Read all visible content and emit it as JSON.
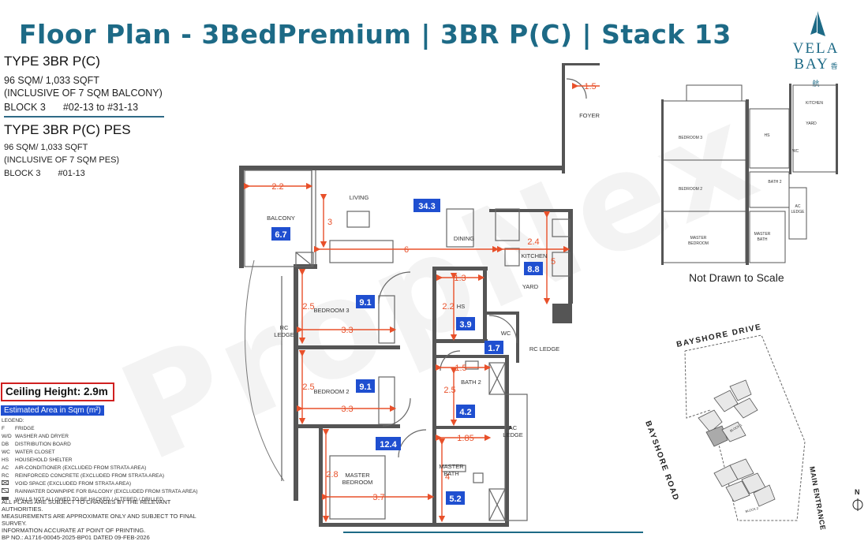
{
  "title": "Floor Plan - 3BedPremium | 3BR P(C) | Stack 13",
  "logo": {
    "line1": "VELA",
    "line2": "BAY",
    "chinese": "香航"
  },
  "type1": {
    "name": "TYPE 3BR P(C)",
    "area": "96 SQM/ 1,033 SQFT",
    "note": "(INCLUSIVE OF 7 SQM BALCONY)",
    "block": "BLOCK 3",
    "units": "#02-13 to #31-13"
  },
  "type2": {
    "name": "TYPE 3BR P(C) PES",
    "area": "96 SQM/ 1,033 SQFT",
    "note": "(INCLUSIVE OF 7 SQM PES)",
    "block": "BLOCK 3",
    "units": "#01-13"
  },
  "ceiling": "Ceiling Height: 2.9m",
  "estimated": "Estimated Area in Sqm (m²)",
  "legend_title": "LEGEND:",
  "legend": [
    {
      "k": "F",
      "v": "FRIDGE"
    },
    {
      "k": "W/D",
      "v": "WASHER AND DRYER"
    },
    {
      "k": "DB",
      "v": "DISTRIBUTION BOARD"
    },
    {
      "k": "WC",
      "v": "WATER CLOSET"
    },
    {
      "k": "HS",
      "v": "HOUSEHOLD SHELTER"
    },
    {
      "k": "AC",
      "v": "AIR-CONDITIONER (EXCLUDED FROM STRATA AREA)"
    },
    {
      "k": "RC",
      "v": "REINFORCED CONCRETE (EXCLUDED FROM STRATA AREA)"
    },
    {
      "k": "",
      "v": "VOID SPACE (EXCLUDED FROM STRATA AREA)"
    },
    {
      "k": "",
      "v": "RAINWATER DOWNPIPE FOR BALCONY (EXCLUDED FROM STRATA AREA)"
    },
    {
      "k": "",
      "v": "WALLS NOT ALLOWED TO BE HACKED / ALTERED / DRILLED"
    }
  ],
  "notes": [
    "ALL PLANS ARE SUBJECT TO CHANGES BY THE RELEVANT AUTHORITIES.",
    "MEASUREMENTS ARE APPROXIMATE ONLY AND SUBJECT TO FINAL SURVEY.",
    "INFORMATION ACCURATE AT POINT OF PRINTING.",
    "BP NO.: A1716-00045-2025-BP01 DATED 09-FEB-2026"
  ],
  "rooms": {
    "living": "LIVING",
    "dining": "DINING",
    "kitchen": "KITCHEN",
    "yard": "YARD",
    "foyer": "FOYER",
    "balcony": "BALCONY",
    "hs": "HS",
    "wc": "WC",
    "bed3": "BEDROOM 3",
    "bed2": "BEDROOM 2",
    "master": "MASTER",
    "master2": "BEDROOM",
    "bath2": "BATH 2",
    "mbath1": "MASTER",
    "mbath2": "BATH",
    "rc_ledge_left1": "RC",
    "rc_ledge_left2": "LEDGE",
    "rc_ledge_right": "RC LEDGE",
    "ac1": "AC",
    "ac2": "LEDGE"
  },
  "areas": {
    "living": "34.3",
    "balcony": "6.7",
    "kitchen": "8.8",
    "bed3": "9.1",
    "hs": "3.9",
    "wc": "1.7",
    "bed2": "9.1",
    "bath2": "4.2",
    "master": "12.4",
    "mbath": "5.2"
  },
  "dims": {
    "foyer": "1.5",
    "balcony": "2.2",
    "bal_h": "3",
    "living": "6",
    "kitchen_w": "2.4",
    "kitchen_h": "5",
    "hs_w": "1.3",
    "hs_h": "2.2",
    "bed3_h": "2.5",
    "bed3_w": "3.3",
    "bath2_w": "1.5",
    "bath2_h": "2.5",
    "bed2_h": "2.5",
    "bed2_w": "3.3",
    "mbath_w": "1.85",
    "mbath_h": "4",
    "master_h": "2.8",
    "master_w": "3.7"
  },
  "mini": {
    "bed3": "BEDROOM 3",
    "bed2": "BEDROOM 2",
    "master1": "MASTER",
    "master2": "BEDROOM",
    "kitchen": "KITCHEN",
    "yard": "YARD",
    "hs": "HS",
    "wc": "WC",
    "bath2": "BATH 2",
    "ac1": "AC",
    "ac2": "LEDGE",
    "mb1": "MASTER",
    "mb2": "BATH"
  },
  "not_to_scale": "Not Drawn to Scale",
  "site": {
    "drive": "BAYSHORE DRIVE",
    "road": "BAYSHORE ROAD",
    "entrance": "MAIN ENTRANCE",
    "north": "N",
    "block1": "BLOCK 1",
    "block2": "BLOCK 2"
  },
  "watermark": "PropNex"
}
